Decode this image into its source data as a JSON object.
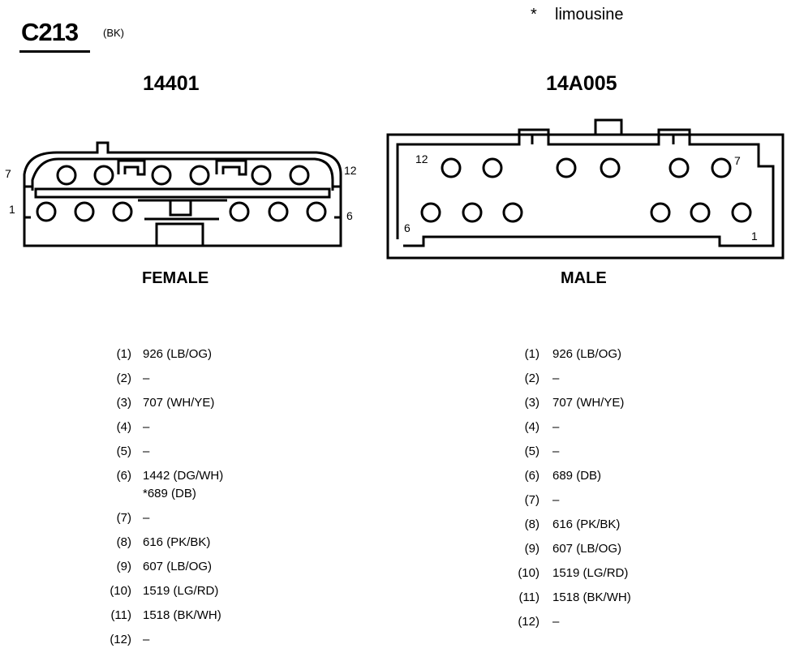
{
  "connector": {
    "id": "C213",
    "color_tag": "(BK)"
  },
  "legend": {
    "symbol": "*",
    "text": "limousine"
  },
  "female": {
    "part_number": "14401",
    "label": "FEMALE",
    "pin_labels": {
      "top_left": "7",
      "top_right": "12",
      "bottom_left": "1",
      "bottom_right": "6"
    },
    "pins": [
      {
        "num": "(1)",
        "wires": [
          "926 (LB/OG)"
        ]
      },
      {
        "num": "(2)",
        "wires": [
          "–"
        ]
      },
      {
        "num": "(3)",
        "wires": [
          "707 (WH/YE)"
        ]
      },
      {
        "num": "(4)",
        "wires": [
          "–"
        ]
      },
      {
        "num": "(5)",
        "wires": [
          "–"
        ]
      },
      {
        "num": "(6)",
        "wires": [
          "1442 (DG/WH)",
          "*689 (DB)"
        ]
      },
      {
        "num": "(7)",
        "wires": [
          "–"
        ]
      },
      {
        "num": "(8)",
        "wires": [
          "616 (PK/BK)"
        ]
      },
      {
        "num": "(9)",
        "wires": [
          "607 (LB/OG)"
        ]
      },
      {
        "num": "(10)",
        "wires": [
          "1519 (LG/RD)"
        ]
      },
      {
        "num": "(11)",
        "wires": [
          "1518 (BK/WH)"
        ]
      },
      {
        "num": "(12)",
        "wires": [
          "–"
        ]
      }
    ]
  },
  "male": {
    "part_number": "14A005",
    "label": "MALE",
    "pin_labels": {
      "top_left": "12",
      "top_right": "7",
      "bottom_left": "6",
      "bottom_right": "1"
    },
    "pins": [
      {
        "num": "(1)",
        "wires": [
          "926 (LB/OG)"
        ]
      },
      {
        "num": "(2)",
        "wires": [
          "–"
        ]
      },
      {
        "num": "(3)",
        "wires": [
          "707 (WH/YE)"
        ]
      },
      {
        "num": "(4)",
        "wires": [
          "–"
        ]
      },
      {
        "num": "(5)",
        "wires": [
          "–"
        ]
      },
      {
        "num": "(6)",
        "wires": [
          "689 (DB)"
        ]
      },
      {
        "num": "(7)",
        "wires": [
          "–"
        ]
      },
      {
        "num": "(8)",
        "wires": [
          "616 (PK/BK)"
        ]
      },
      {
        "num": "(9)",
        "wires": [
          "607 (LB/OG)"
        ]
      },
      {
        "num": "(10)",
        "wires": [
          "1519 (LG/RD)"
        ]
      },
      {
        "num": "(11)",
        "wires": [
          "1518 (BK/WH)"
        ]
      },
      {
        "num": "(12)",
        "wires": [
          "–"
        ]
      }
    ]
  }
}
